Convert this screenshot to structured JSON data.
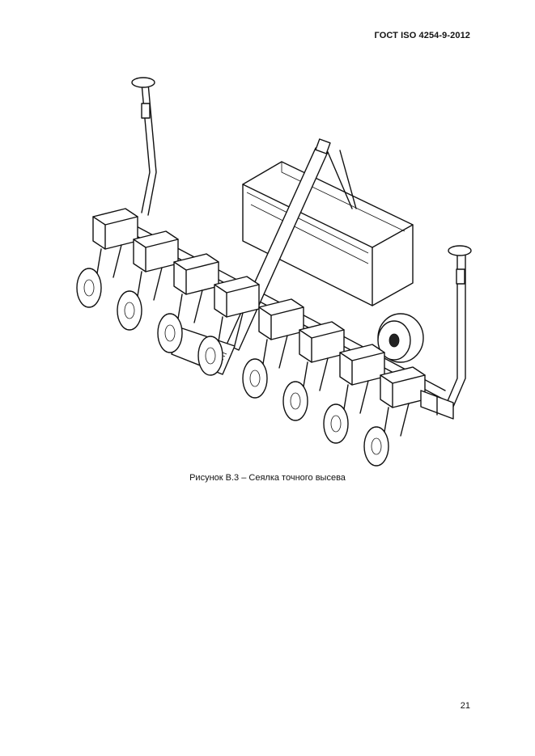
{
  "document": {
    "header": "ГОСТ ISO 4254-9-2012",
    "figure_caption": "Рисунок В.3 – Сеялка точного высева",
    "page_number": "21"
  }
}
